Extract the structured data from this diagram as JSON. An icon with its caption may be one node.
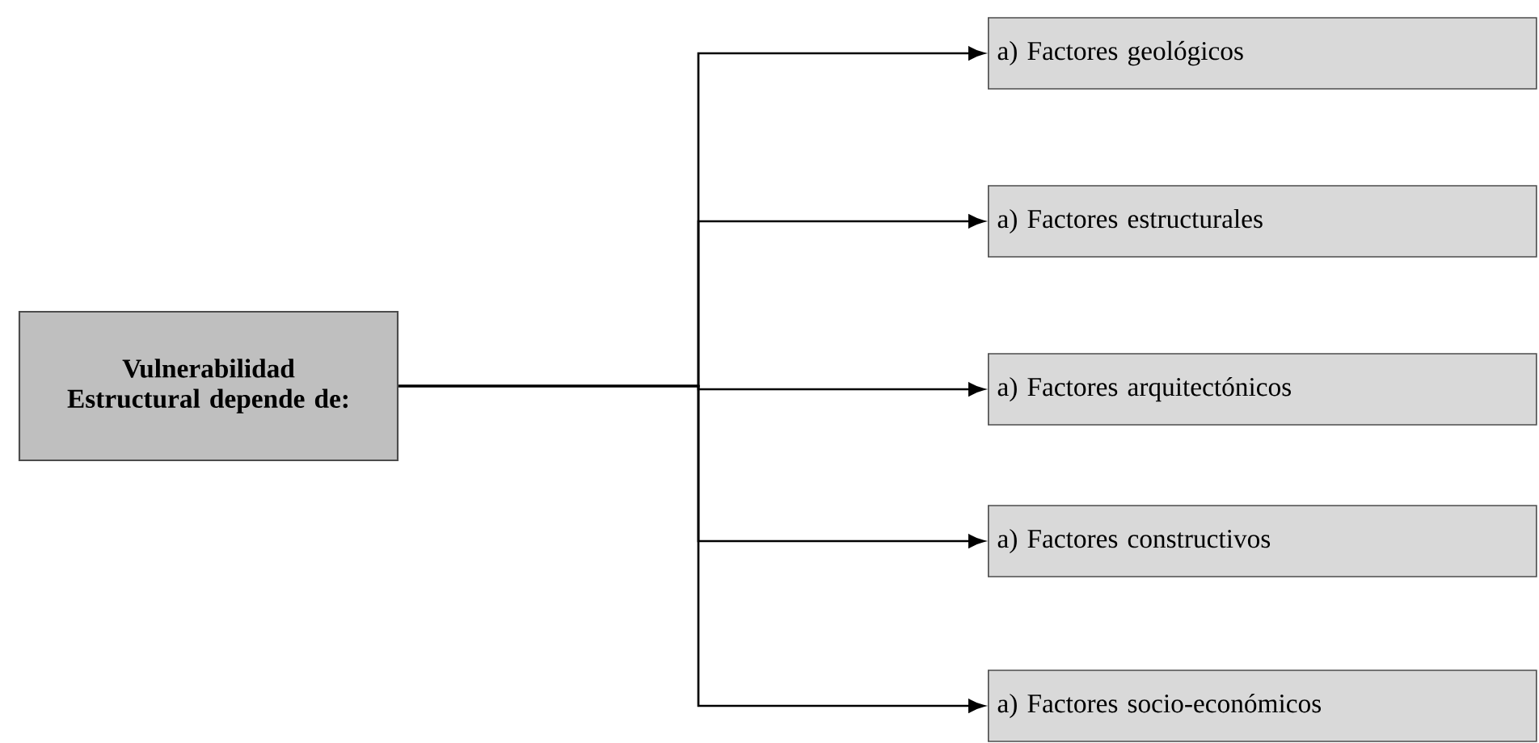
{
  "diagram": {
    "nodes": [
      {
        "text": [
          "Vulnerabilidad Estructural depende de:"
        ]
      },
      {
        "text": [
          "a) Factores geológicos"
        ]
      },
      {
        "text": [
          "a) Factores estructurales"
        ]
      },
      {
        "text": [
          "a) Factores arquitectónicos"
        ]
      },
      {
        "text": [
          "a) Factores constructivos"
        ]
      },
      {
        "text": [
          "a) Factores socio-económicos"
        ]
      }
    ],
    "edges": [
      {
        "from": 0,
        "to": 1,
        "arrow": "to"
      },
      {
        "from": 0,
        "to": 2,
        "arrow": "to"
      },
      {
        "from": 0,
        "to": 3,
        "arrow": "to"
      },
      {
        "from": 0,
        "to": 4,
        "arrow": "to"
      },
      {
        "from": 0,
        "to": 5,
        "arrow": "to"
      }
    ]
  }
}
